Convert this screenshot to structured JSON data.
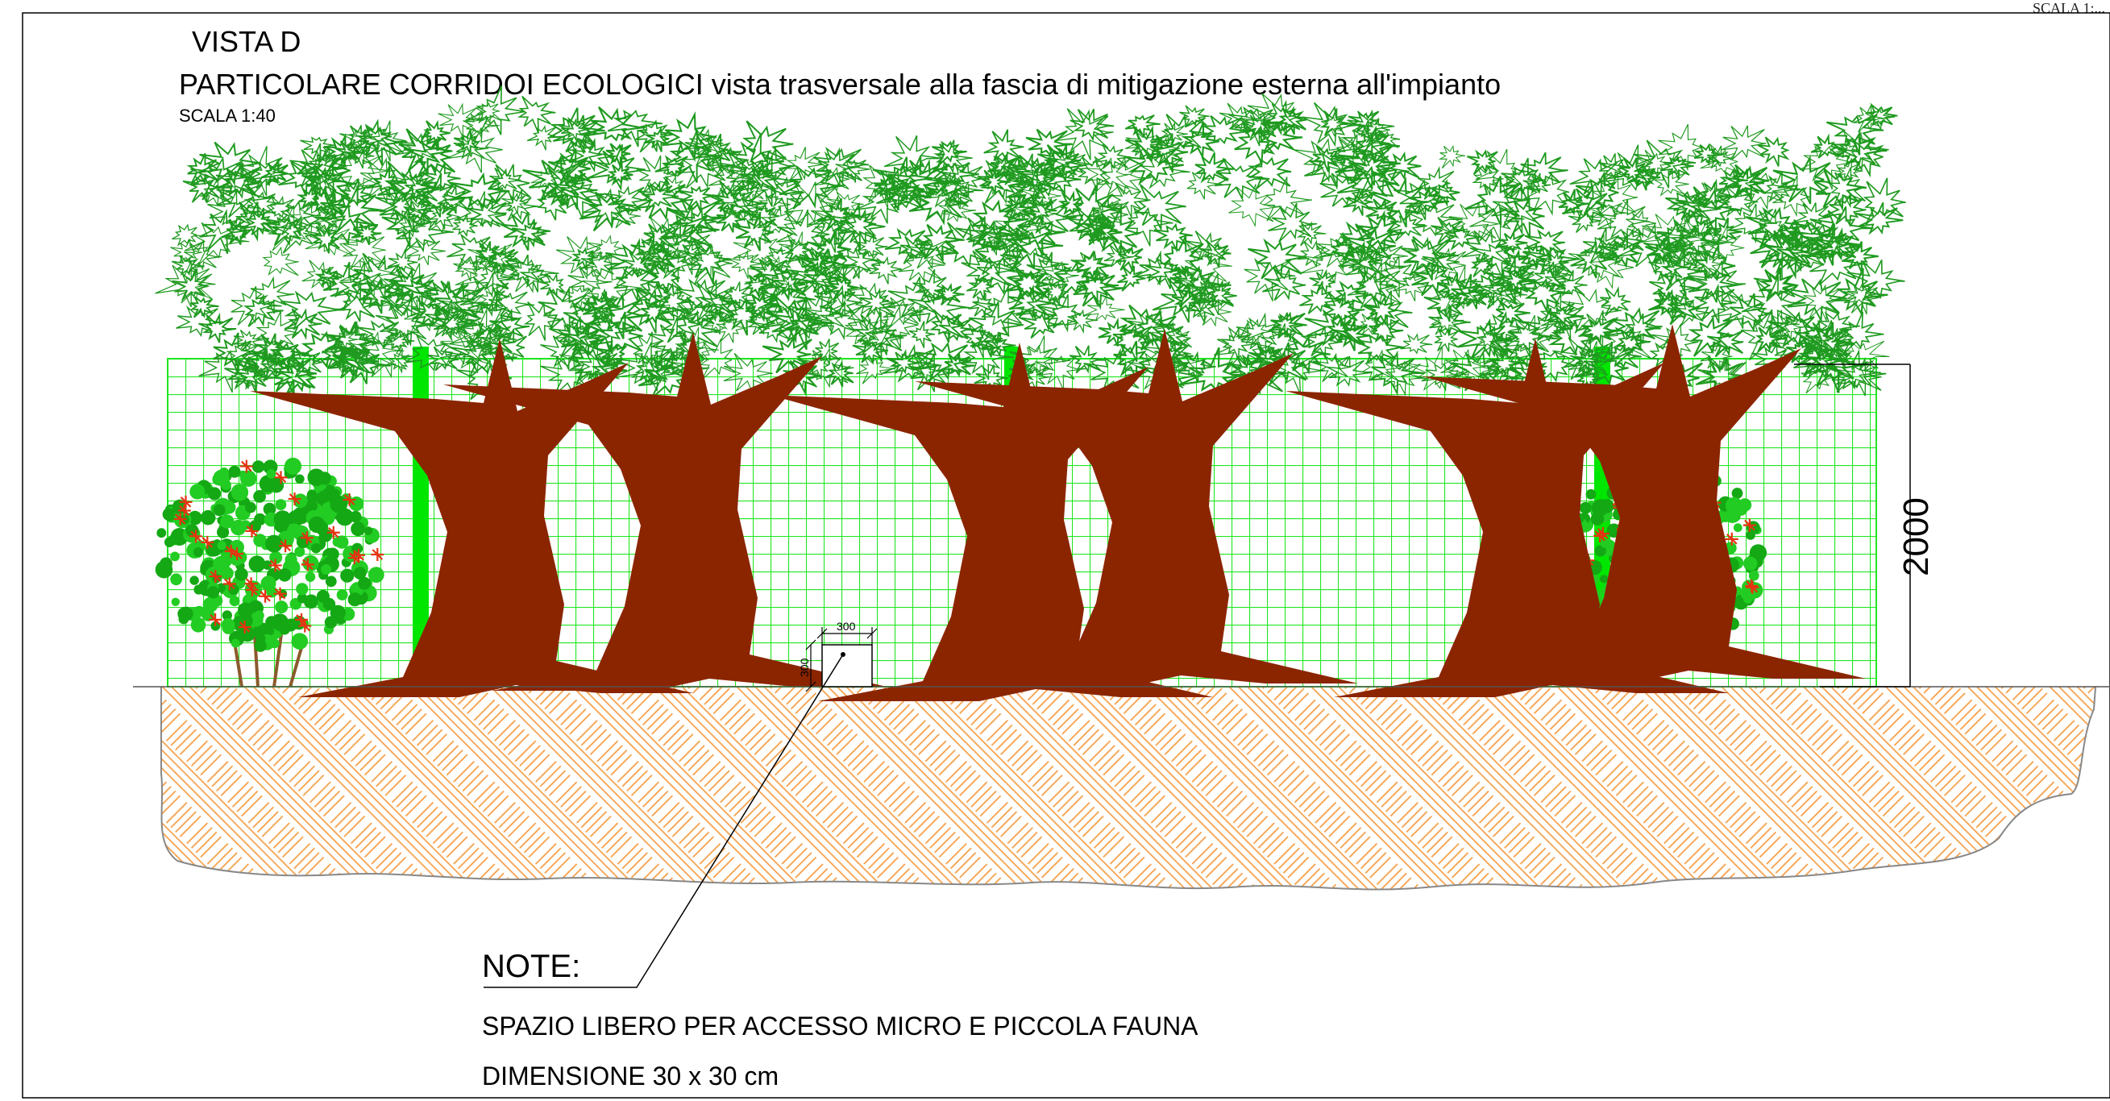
{
  "corner_label": "SCALA 1:...",
  "header": {
    "view": "VISTA D",
    "title": "PARTICOLARE CORRIDOI ECOLOGICI vista trasversale alla fascia di mitigazione esterna all'impianto",
    "scale": "SCALA 1:40"
  },
  "dimensions": {
    "fence_height": "2000",
    "opening_width": "300",
    "opening_height": "300"
  },
  "notes": {
    "heading": "NOTE:",
    "line1": "SPAZIO LIBERO PER ACCESSO MICRO E PICCOLA FAUNA",
    "line2": "DIMENSIONE 30 x 30 cm"
  },
  "colors": {
    "foliage": "#1f9a1f",
    "fence_mesh": "#22e622",
    "fence_post": "#00e600",
    "trunk": "#8b2500",
    "soil_hatch": "#f5a04a",
    "shrub": "#22cc22",
    "flowers": "#e63312"
  }
}
